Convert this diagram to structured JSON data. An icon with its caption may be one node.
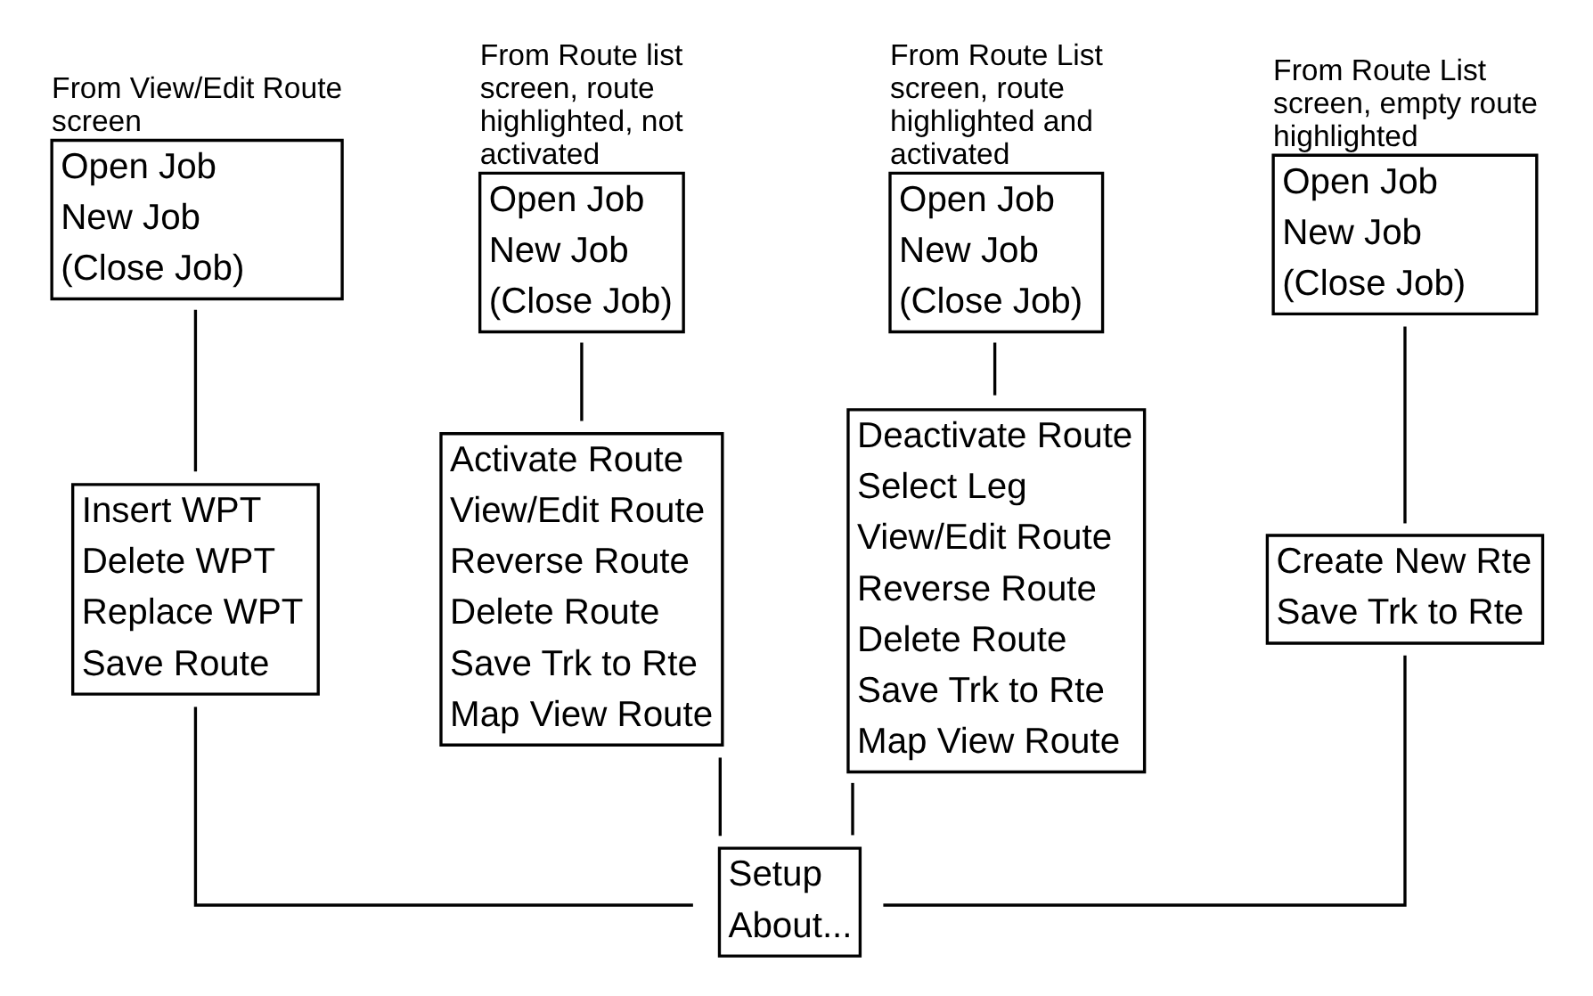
{
  "diagram": {
    "nodes": [
      {
        "text": [
          "Open Job",
          "New Job",
          "(Close Job)"
        ],
        "beside": [
          "From View/Edit Route screen"
        ]
      },
      {
        "text": [
          "Insert WPT",
          "Delete WPT",
          "Replace WPT",
          "Save Route"
        ]
      },
      {
        "text": [
          "Open Job",
          "New Job",
          "(Close Job)"
        ],
        "beside": [
          "From Route list screen, route highlighted, not activated"
        ]
      },
      {
        "text": [
          "Activate Route",
          "View/Edit Route",
          "Reverse Route",
          "Delete Route",
          "Save Trk to Rte",
          "Map View Route"
        ]
      },
      {
        "text": [
          "Open Job",
          "New Job",
          "(Close Job)"
        ],
        "beside": [
          "From Route List screen, route highlighted and activated"
        ]
      },
      {
        "text": [
          "Deactivate Route",
          "Select Leg",
          "View/Edit Route",
          "Reverse Route",
          "Delete Route",
          "Save Trk to Rte",
          "Map View Route"
        ]
      },
      {
        "text": [
          "Open Job",
          "New Job",
          "(Close Job)"
        ],
        "beside": [
          "From Route List screen, empty route highlighted"
        ]
      },
      {
        "text": [
          "Create New Rte",
          "Save Trk to Rte"
        ]
      },
      {
        "text": [
          "Setup",
          "About..."
        ]
      }
    ],
    "edges": [
      {
        "from": 0,
        "to": 1,
        "arrow": "none"
      },
      {
        "from": 2,
        "to": 3,
        "arrow": "none"
      },
      {
        "from": 4,
        "to": 5,
        "arrow": "none"
      },
      {
        "from": 6,
        "to": 7,
        "arrow": "none"
      },
      {
        "from": 1,
        "to": 8,
        "arrow": "none"
      },
      {
        "from": 3,
        "to": 8,
        "arrow": "none"
      },
      {
        "from": 5,
        "to": 8,
        "arrow": "none"
      },
      {
        "from": 7,
        "to": 8,
        "arrow": "none"
      }
    ]
  }
}
